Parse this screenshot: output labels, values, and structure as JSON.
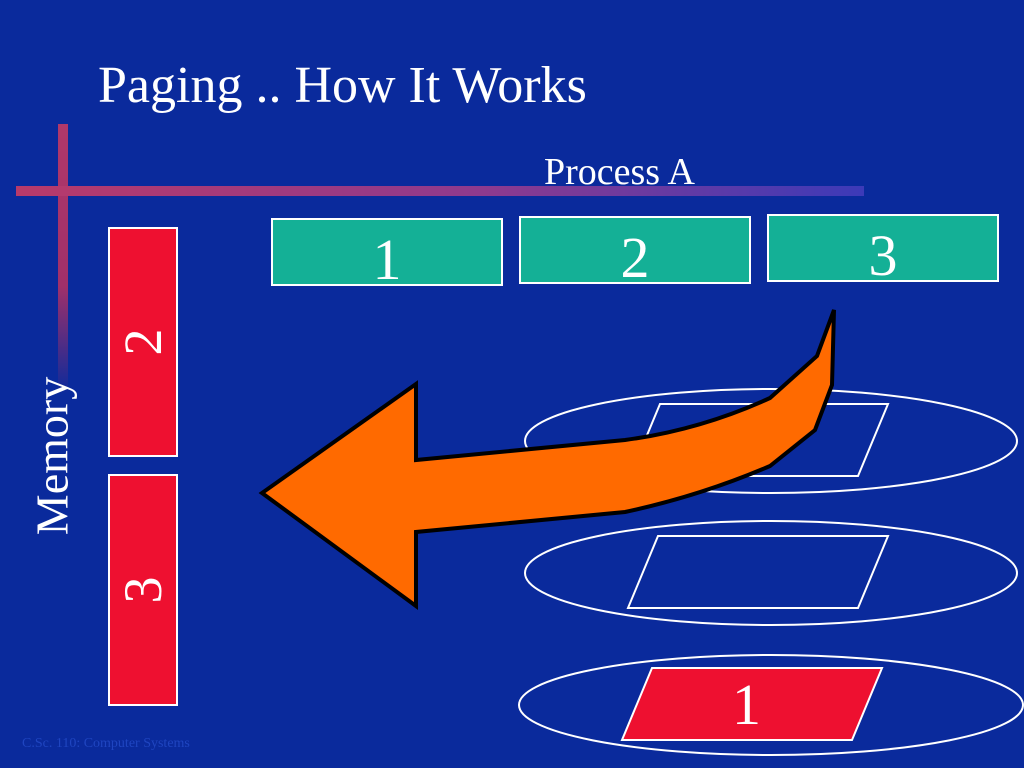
{
  "slide": {
    "title": "Paging .. How It Works",
    "process_label": "Process A",
    "memory_label": "Memory",
    "footer": "C.Sc. 110: Computer Systems"
  },
  "process_pages": [
    {
      "label": "1"
    },
    {
      "label": "2"
    },
    {
      "label": "3"
    }
  ],
  "memory_frames": [
    {
      "label": "2"
    },
    {
      "label": "3"
    }
  ],
  "disk_pages": [
    {
      "label": ""
    },
    {
      "label": ""
    },
    {
      "label": "1"
    }
  ],
  "colors": {
    "background": "#0a2a9c",
    "process_page": "#14b096",
    "memory_frame": "#ee1030",
    "arrow": "#ff6a00",
    "accent_bar": "#b0386a"
  }
}
